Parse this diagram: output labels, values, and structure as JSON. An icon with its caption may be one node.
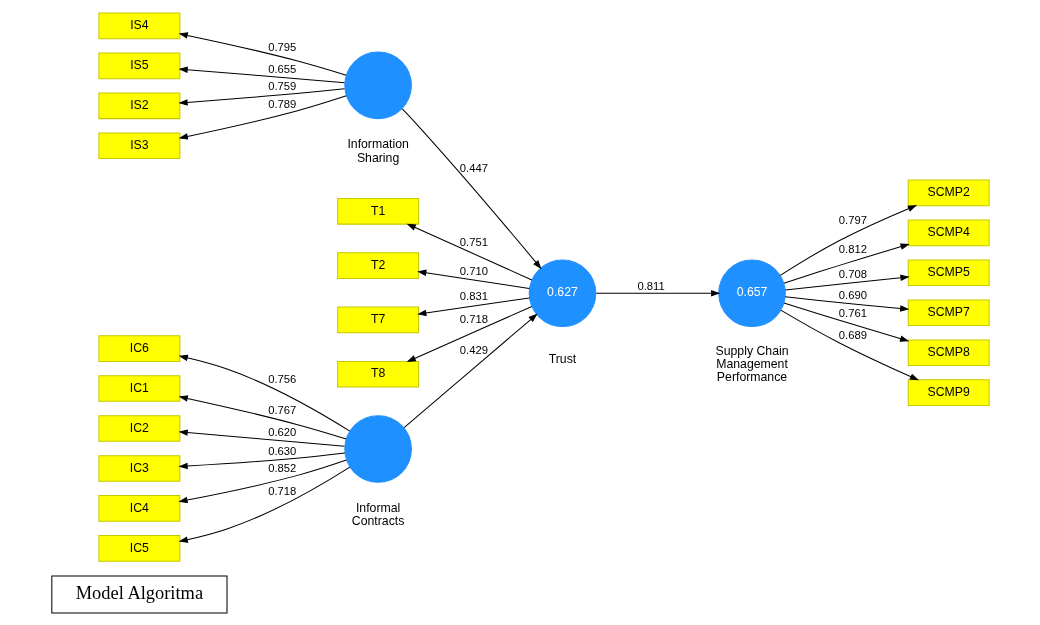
{
  "diagram": {
    "nodes": [
      {
        "text": [
          "Model Algoritma"
        ]
      },
      {
        "text": [
          "IS2"
        ]
      },
      {
        "text": [
          "IS3"
        ]
      },
      {
        "text": [
          "IS4"
        ]
      },
      {
        "text": [
          "IS5"
        ]
      },
      {
        "text": [],
        "shape": "circle",
        "beside": [
          "Information Sharing"
        ]
      },
      {
        "text": [
          "T1"
        ]
      },
      {
        "text": [
          "T2"
        ]
      },
      {
        "text": [
          "T7"
        ]
      },
      {
        "text": [
          "T8"
        ]
      },
      {
        "text": [
          "0.627"
        ],
        "beside": [
          "Trust"
        ]
      },
      {
        "text": [
          "0.657"
        ],
        "beside": [
          "Supply Chain Management Performance"
        ]
      },
      {
        "text": [
          "SCMP2"
        ]
      },
      {
        "text": [
          "SCMP4"
        ]
      },
      {
        "text": [
          "SCMP5"
        ]
      },
      {
        "text": [
          "SCMP7"
        ]
      },
      {
        "text": [
          "SCMP8"
        ]
      },
      {
        "text": [
          "SCMP9"
        ]
      },
      {
        "text": [
          "IC1"
        ]
      },
      {
        "text": [
          "IC2"
        ]
      },
      {
        "text": [
          "IC3"
        ]
      },
      {
        "text": [
          "IC4"
        ]
      },
      {
        "text": [
          "IC5"
        ]
      },
      {
        "text": [
          "IC6"
        ]
      },
      {
        "text": [],
        "shape": "circle",
        "beside": [
          "Informal Contracts"
        ]
      }
    ],
    "edges": [
      {
        "from": 5,
        "to": 1,
        "arrow": "to",
        "label": "0.759"
      },
      {
        "from": 5,
        "to": 2,
        "arrow": "to",
        "label": "0.789"
      },
      {
        "from": 5,
        "to": 3,
        "arrow": "to",
        "label": "0.795"
      },
      {
        "from": 5,
        "to": 4,
        "arrow": "to",
        "label": "0.655"
      },
      {
        "from": 5,
        "to": 10,
        "arrow": "to",
        "label": "0.447"
      },
      {
        "from": 10,
        "to": 6,
        "arrow": "to",
        "label": "0.751"
      },
      {
        "from": 10,
        "to": 7,
        "arrow": "to",
        "label": "0.710"
      },
      {
        "from": 10,
        "to": 8,
        "arrow": "to",
        "label": "0.831"
      },
      {
        "from": 10,
        "to": 9,
        "arrow": "to",
        "label": "0.718"
      },
      {
        "from": 10,
        "to": 11,
        "arrow": "to",
        "label": "0.811"
      },
      {
        "from": 11,
        "to": 12,
        "arrow": "to",
        "label": "0.797"
      },
      {
        "from": 11,
        "to": 13,
        "arrow": "to",
        "label": "0.812"
      },
      {
        "from": 11,
        "to": 14,
        "arrow": "to",
        "label": "0.708"
      },
      {
        "from": 11,
        "to": 15,
        "arrow": "to",
        "label": "0.690"
      },
      {
        "from": 11,
        "to": 16,
        "arrow": "to",
        "label": "0.761"
      },
      {
        "from": 11,
        "to": 17,
        "arrow": "to",
        "label": "0.689"
      },
      {
        "from": 24,
        "to": 18,
        "arrow": "to",
        "label": "0.767"
      },
      {
        "from": 24,
        "to": 19,
        "arrow": "to",
        "label": "0.620"
      },
      {
        "from": 24,
        "to": 20,
        "arrow": "to",
        "label": "0.630"
      },
      {
        "from": 24,
        "to": 21,
        "arrow": "to",
        "label": "0.852"
      },
      {
        "from": 24,
        "to": 22,
        "arrow": "to",
        "label": "0.718"
      },
      {
        "from": 24,
        "to": 23,
        "arrow": "to",
        "label": "0.756"
      },
      {
        "from": 24,
        "to": 10,
        "arrow": "to",
        "label": "0.429"
      }
    ]
  }
}
